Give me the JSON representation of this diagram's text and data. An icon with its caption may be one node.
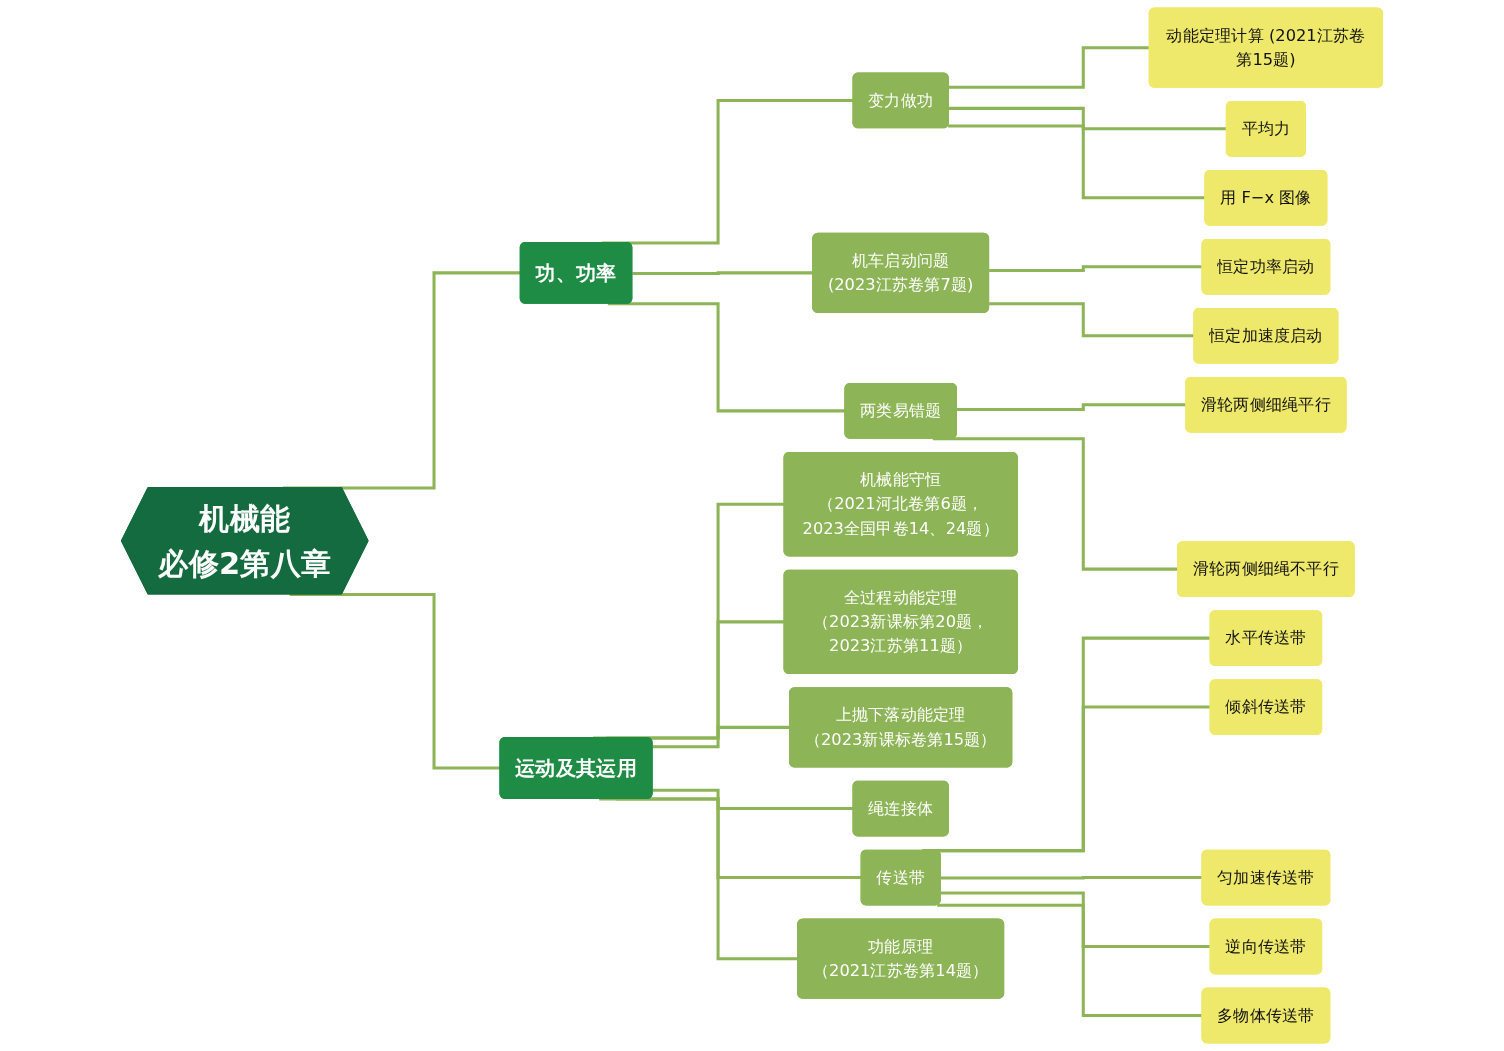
{
  "diagram": {
    "nodes": [
      {
        "text": [
          "机械能",
          "必修2第八章"
        ]
      },
      {
        "text": [
          "功、功率"
        ]
      },
      {
        "text": [
          "变力做功"
        ]
      },
      {
        "text": [
          "动能定理计算 (2021江苏卷第15题)"
        ]
      },
      {
        "text": [
          "平均力"
        ]
      },
      {
        "text": [
          "用 F−x 图像"
        ]
      },
      {
        "text": [
          "机车启动问题",
          "(2023江苏卷第7题)"
        ]
      },
      {
        "text": [
          "恒定功率启动"
        ]
      },
      {
        "text": [
          "恒定加速度启动"
        ]
      },
      {
        "text": [
          "两类易错题"
        ]
      },
      {
        "text": [
          "滑轮两侧细绳平行"
        ]
      },
      {
        "text": [
          "滑轮两侧细绳不平行"
        ]
      },
      {
        "text": [
          "运动及其运用"
        ]
      },
      {
        "text": [
          "机械能守恒",
          "（2021河北卷第6题，2023全国甲卷14、24题）"
        ]
      },
      {
        "text": [
          "全过程动能定理",
          "（2023新课标第20题，2023江苏第11题）"
        ]
      },
      {
        "text": [
          "上抛下落动能定理",
          "（2023新课标卷第15题）"
        ]
      },
      {
        "text": [
          "绳连接体"
        ]
      },
      {
        "text": [
          "传送带"
        ]
      },
      {
        "text": [
          "水平传送带"
        ]
      },
      {
        "text": [
          "倾斜传送带"
        ]
      },
      {
        "text": [
          "匀加速传送带"
        ]
      },
      {
        "text": [
          "逆向传送带"
        ]
      },
      {
        "text": [
          "多物体传送带"
        ]
      },
      {
        "text": [
          "功能原理",
          "（2021江苏卷第14题）"
        ]
      }
    ],
    "edges": [
      {
        "from": 0,
        "to": 1,
        "arrow": "none"
      },
      {
        "from": 1,
        "to": 2,
        "arrow": "none"
      },
      {
        "from": 2,
        "to": 3,
        "arrow": "none"
      },
      {
        "from": 2,
        "to": 4,
        "arrow": "none"
      },
      {
        "from": 2,
        "to": 5,
        "arrow": "none"
      },
      {
        "from": 1,
        "to": 6,
        "arrow": "none"
      },
      {
        "from": 6,
        "to": 7,
        "arrow": "none"
      },
      {
        "from": 6,
        "to": 8,
        "arrow": "none"
      },
      {
        "from": 1,
        "to": 9,
        "arrow": "none"
      },
      {
        "from": 9,
        "to": 10,
        "arrow": "none"
      },
      {
        "from": 9,
        "to": 11,
        "arrow": "none"
      },
      {
        "from": 0,
        "to": 12,
        "arrow": "none"
      },
      {
        "from": 12,
        "to": 13,
        "arrow": "none"
      },
      {
        "from": 12,
        "to": 14,
        "arrow": "none"
      },
      {
        "from": 12,
        "to": 15,
        "arrow": "none"
      },
      {
        "from": 12,
        "to": 16,
        "arrow": "none"
      },
      {
        "from": 12,
        "to": 17,
        "arrow": "none"
      },
      {
        "from": 17,
        "to": 18,
        "arrow": "none"
      },
      {
        "from": 17,
        "to": 19,
        "arrow": "none"
      },
      {
        "from": 17,
        "to": 20,
        "arrow": "none"
      },
      {
        "from": 17,
        "to": 21,
        "arrow": "none"
      },
      {
        "from": 17,
        "to": 22,
        "arrow": "none"
      },
      {
        "from": 12,
        "to": 23,
        "arrow": "none"
      }
    ]
  }
}
